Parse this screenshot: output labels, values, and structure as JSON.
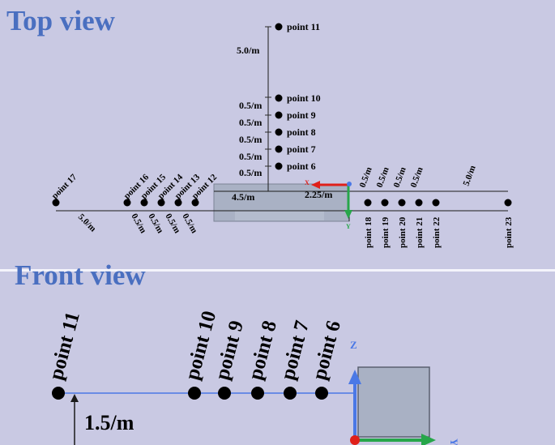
{
  "top_view": {
    "title": "Top view",
    "points": {
      "p6": "point 6",
      "p7": "point 7",
      "p8": "point 8",
      "p9": "point 9",
      "p10": "point 10",
      "p11": "point 11",
      "p12": "point 12",
      "p13": "point 13",
      "p14": "point 14",
      "p15": "point 15",
      "p16": "point 16",
      "p17": "point 17",
      "p18": "point 18",
      "p19": "point 19",
      "p20": "point 20",
      "p21": "point 21",
      "p22": "point 22",
      "p23": "point 23"
    },
    "dimensions": {
      "vertical_top": "5.0/m",
      "v10": "0.5/m",
      "v9": "0.5/m",
      "v8": "0.5/m",
      "v7": "0.5/m",
      "v6": "0.5/m",
      "left_long": "5.0/m",
      "l16": "0.5/m",
      "l15": "0.5/m",
      "l14": "0.5/m",
      "l13": "0.5/m",
      "box_width": "4.5/m",
      "box_depth": "2.25/m",
      "r18": "0.5/m",
      "r19": "0.5/m",
      "r20": "0.5/m",
      "r21": "0.5/m",
      "right_long": "5.0/m"
    },
    "axis_labels": {
      "x": "X",
      "y": "Y"
    }
  },
  "front_view": {
    "title": "Front view",
    "points": {
      "p11": "point 11",
      "p10": "point 10",
      "p9": "point 9",
      "p8": "point 8",
      "p7": "point 7",
      "p6": "point 6"
    },
    "height_label": "1.5/m",
    "axis_labels": {
      "z": "Z",
      "y": "Y"
    }
  },
  "colors": {
    "background": "#c9c9e3",
    "title": "#4a6fc0",
    "axis_x": "#e0201a",
    "axis_y": "#27a64a",
    "axis_z": "#4a78e6",
    "box": "#a9b1c4"
  }
}
